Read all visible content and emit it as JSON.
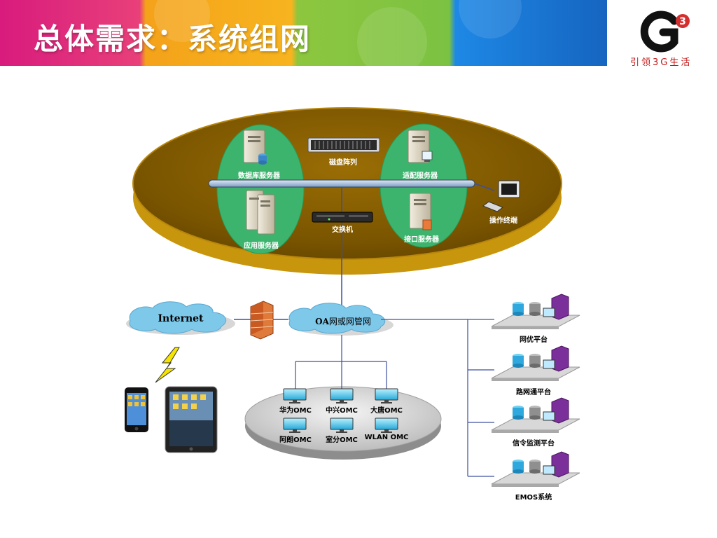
{
  "header": {
    "title": "总体需求：系统组网"
  },
  "logo": {
    "tagline": "引领3G生活",
    "symbol": "3"
  },
  "core": {
    "db_server": "数据库服务器",
    "disk_array": "磁盘阵列",
    "adapter_server": "适配服务器",
    "app_server": "应用服务器",
    "switch": "交换机",
    "interface_server": "接口服务器",
    "terminal": "操作终端"
  },
  "network": {
    "internet": "Internet",
    "oa_prefix": "OA",
    "oa_suffix": "网或网管网"
  },
  "omc": [
    "华为OMC",
    "中兴OMC",
    "大唐OMC",
    "阿朗OMC",
    "室分OMC",
    "WLAN OMC"
  ],
  "platforms": [
    "网优平台",
    "路网通平台",
    "信令监测平台",
    "EMOS系统"
  ],
  "colors": {
    "gold": "#c8960c",
    "green": "#3db46d",
    "line": "#1a3fa6",
    "cloud": "#7ec8ea"
  }
}
